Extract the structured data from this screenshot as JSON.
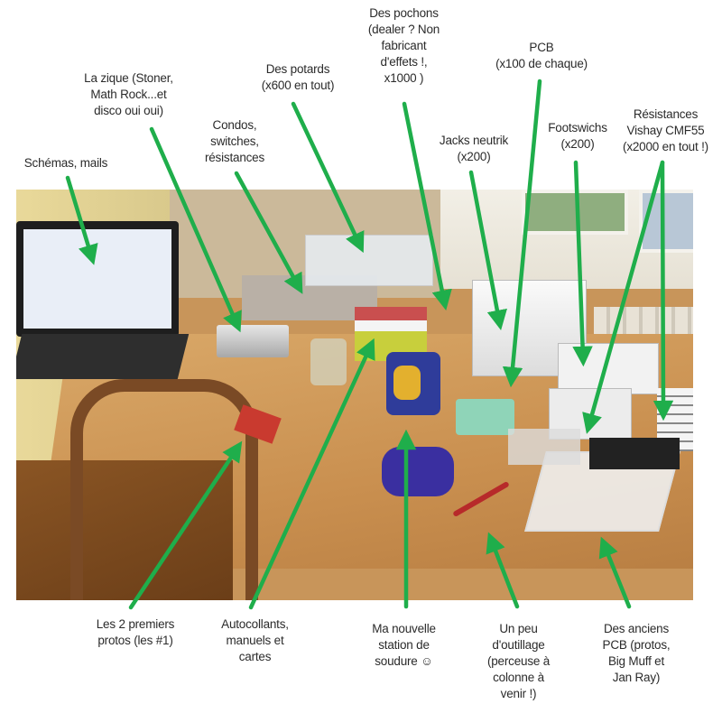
{
  "image": {
    "description": "Annotated photo of a guitar pedal maker's workbench with green arrows pointing to items",
    "arrow_color": "#1fae4b",
    "text_color": "#2b2b2b"
  },
  "labels": {
    "schemas": "Schémas, mails",
    "zique": "La zique (Stoner,\nMath Rock...et\ndisco oui oui)",
    "condos": "Condos,\nswitches,\nrésistances",
    "potards": "Des potards\n(x600 en tout)",
    "pochons": "Des pochons\n(dealer ? Non\nfabricant\nd'effets !,\nx1000 )",
    "jacks": "Jacks neutrik\n(x200)",
    "pcb": "PCB\n(x100 de chaque)",
    "footswitchs": "Footswichs\n(x200)",
    "vishay": "Résistances\nVishay CMF55\n(x2000 en tout !)",
    "protos": "Les 2 premiers\nprotos (les #1)",
    "autocollants": "Autocollants,\nmanuels et\ncartes",
    "station": "Ma nouvelle\nstation de\nsoudure ☺",
    "outillage": "Un peu\nd'outillage\n(perceuse à\ncolonne à\nvenir !)",
    "anciens_pcb": "Des anciens\nPCB (protos,\nBig Muff et\nJan Ray)"
  }
}
